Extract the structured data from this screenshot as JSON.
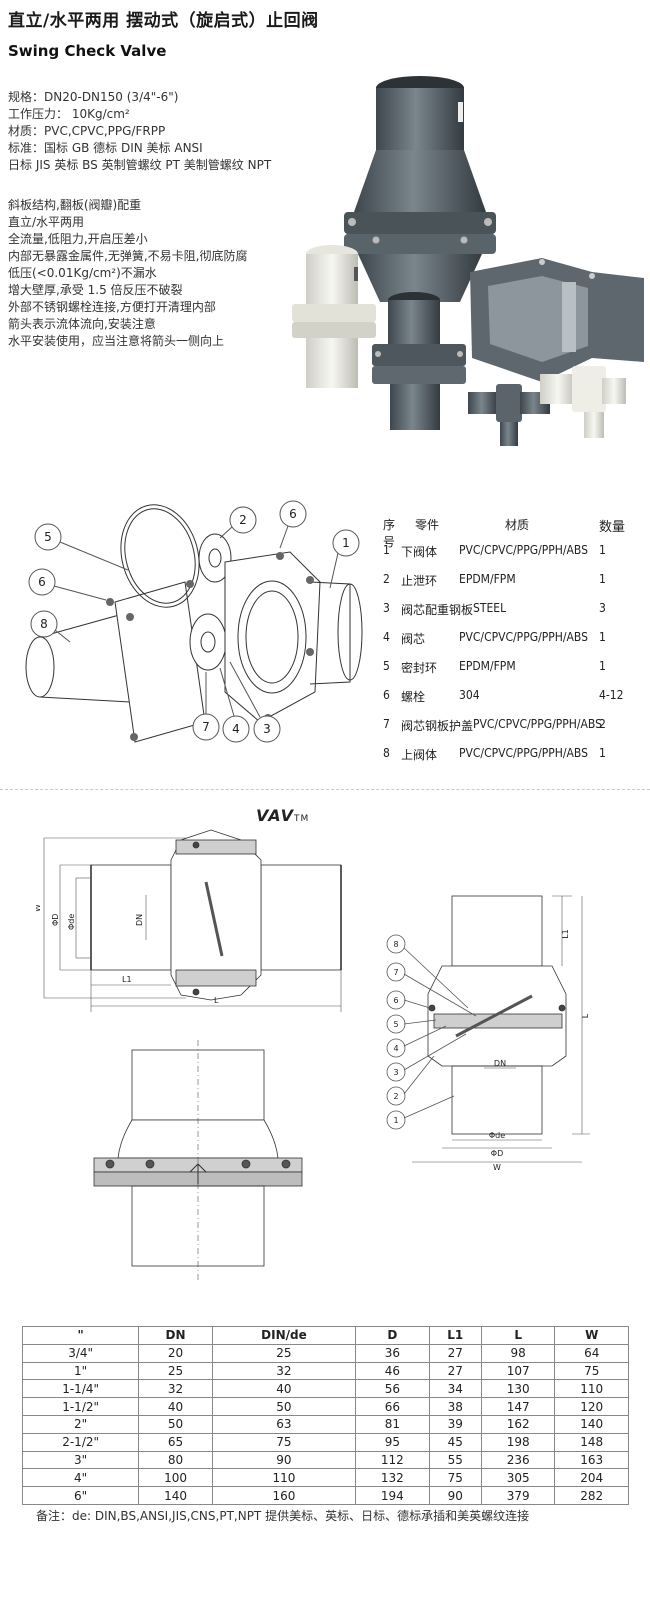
{
  "title_cn": "直立/水平两用  摆动式（旋启式）止回阀",
  "title_en": "Swing Check Valve",
  "specs": [
    "规格：DN20-DN150 (3/4\"-6\")",
    "工作压力：  10Kg/cm²",
    "材质：PVC,CPVC,PPG/FRPP",
    "标准：国标 GB  德标 DIN 美标 ANSI",
    "日标 JIS  英标 BS  英制管螺纹 PT    美制管螺纹 NPT"
  ],
  "features": [
    "斜板结构,翻板(阀瓣)配重",
    "直立/水平两用",
    "全流量,低阻力,开启压差小",
    "内部无暴露金属件,无弹簧,不易卡阻,彻底防腐",
    "低压(<0.01Kg/cm²)不漏水",
    "增大壁厚,承受 1.5 倍反压不破裂",
    "外部不锈钢螺栓连接,方便打开清理内部",
    "箭头表示流体流向,安装注意",
    "水平安装使用，应当注意将箭头一侧向上"
  ],
  "exploded_callouts": [
    "5",
    "2",
    "6",
    "1",
    "6",
    "8",
    "7",
    "4",
    "3"
  ],
  "parts_table": {
    "headers": [
      "序号",
      "零件",
      "材质",
      "数量"
    ],
    "rows": [
      {
        "no": "1",
        "name": "下阀体",
        "material": "PVC/CPVC/PPG/PPH/ABS",
        "qty": "1"
      },
      {
        "no": "2",
        "name": "止泄环",
        "material": "EPDM/FPM",
        "qty": "1"
      },
      {
        "no": "3",
        "name": "阀芯配重钢板",
        "material": "STEEL",
        "qty": "3"
      },
      {
        "no": "4",
        "name": "阀芯",
        "material": "PVC/CPVC/PPG/PPH/ABS",
        "qty": "1"
      },
      {
        "no": "5",
        "name": "密封环",
        "material": "EPDM/FPM",
        "qty": "1"
      },
      {
        "no": "6",
        "name": "螺栓",
        "material": "304",
        "qty": "4-12"
      },
      {
        "no": "7",
        "name": "阀芯钢板护盖",
        "material": "PVC/CPVC/PPG/PPH/ABS",
        "qty": "2"
      },
      {
        "no": "8",
        "name": "上阀体",
        "material": "PVC/CPVC/PPG/PPH/ABS",
        "qty": "1"
      }
    ]
  },
  "brand": {
    "name": "VAV",
    "tm": "TM"
  },
  "side_labels": {
    "w": "W",
    "d": "ΦD",
    "de": "Φde",
    "dn": "DN",
    "l1": "L1",
    "l": "L"
  },
  "vert_labels": {
    "callouts": [
      "8",
      "7",
      "6",
      "5",
      "4",
      "3",
      "2",
      "1"
    ],
    "l1": "L1",
    "l": "L",
    "dn": "DN",
    "de": "Φde",
    "d": "ΦD",
    "w": "W"
  },
  "dims_table": {
    "headers": [
      "\"",
      "DN",
      "DIN/de",
      "D",
      "L1",
      "L",
      "W"
    ],
    "rows": [
      [
        "3/4\"",
        "20",
        "25",
        "36",
        "27",
        "98",
        "64"
      ],
      [
        "1\"",
        "25",
        "32",
        "46",
        "27",
        "107",
        "75"
      ],
      [
        "1-1/4\"",
        "32",
        "40",
        "56",
        "34",
        "130",
        "110"
      ],
      [
        "1-1/2\"",
        "40",
        "50",
        "66",
        "38",
        "147",
        "120"
      ],
      [
        "2\"",
        "50",
        "63",
        "81",
        "39",
        "162",
        "140"
      ],
      [
        "2-1/2\"",
        "65",
        "75",
        "95",
        "45",
        "198",
        "148"
      ],
      [
        "3\"",
        "80",
        "90",
        "112",
        "55",
        "236",
        "163"
      ],
      [
        "4\"",
        "100",
        "110",
        "132",
        "75",
        "305",
        "204"
      ],
      [
        "6\"",
        "140",
        "160",
        "194",
        "90",
        "379",
        "282"
      ]
    ]
  },
  "note": "备注：de: DIN,BS,ANSI,JIS,CNS,PT,NPT  提供美标、英标、日标、德标承插和美英螺纹连接"
}
